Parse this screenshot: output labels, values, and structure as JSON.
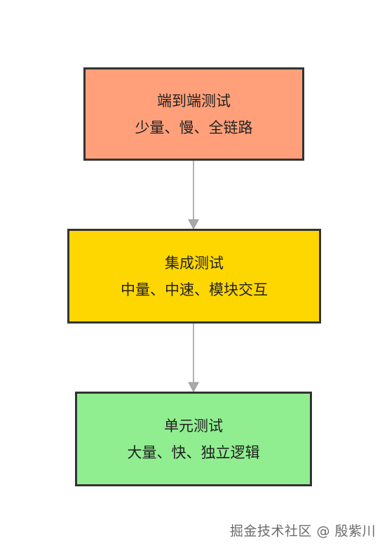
{
  "colors": {
    "border": "#333333",
    "edge": "#999999",
    "arrow_fill": "#aaaaaa"
  },
  "nodes": [
    {
      "id": "e2e",
      "title": "端到端测试",
      "subtitle": "少量、慢、全链路",
      "color": "#ffa07a"
    },
    {
      "id": "int",
      "title": "集成测试",
      "subtitle": "中量、中速、模块交互",
      "color": "#ffd700"
    },
    {
      "id": "unit",
      "title": "单元测试",
      "subtitle": "大量、快、独立逻辑",
      "color": "#90ee90"
    }
  ],
  "edges": [
    {
      "from": "e2e",
      "to": "int"
    },
    {
      "from": "int",
      "to": "unit"
    }
  ],
  "watermark": "掘金技术社区 @ 殷紫川"
}
